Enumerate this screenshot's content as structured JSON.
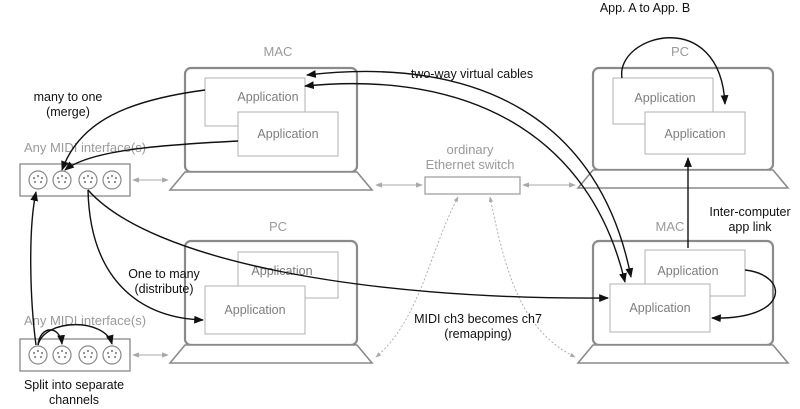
{
  "computers": {
    "mac_left": {
      "label": "MAC",
      "app1": "Application",
      "app2": "Application"
    },
    "pc_top_right": {
      "label": "PC",
      "app1": "Application",
      "app2": "Application"
    },
    "pc_bottom_left": {
      "label": "PC",
      "app1": "Application",
      "app2": "Application"
    },
    "mac_bottom_right": {
      "label": "MAC",
      "app1": "Application",
      "app2": "Application"
    }
  },
  "switch": {
    "line1": "ordinary",
    "line2": "Ethernet switch"
  },
  "midi_interfaces": {
    "top": {
      "label": "Any MIDI interface(s)"
    },
    "bottom": {
      "label": "Any MIDI interface(s)"
    }
  },
  "annotations": {
    "app_a_to_b": "App. A to App. B",
    "two_way": "two-way virtual cables",
    "many_to_one_1": "many to one",
    "many_to_one_2": "(merge)",
    "one_to_many_1": "One to many",
    "one_to_many_2": "(distribute)",
    "inter_computer_1": "Inter-computer",
    "inter_computer_2": "app link",
    "remap_1": "MIDI ch3 becomes ch7",
    "remap_2": "(remapping)",
    "split_1": "Split into separate",
    "split_2": "channels"
  }
}
